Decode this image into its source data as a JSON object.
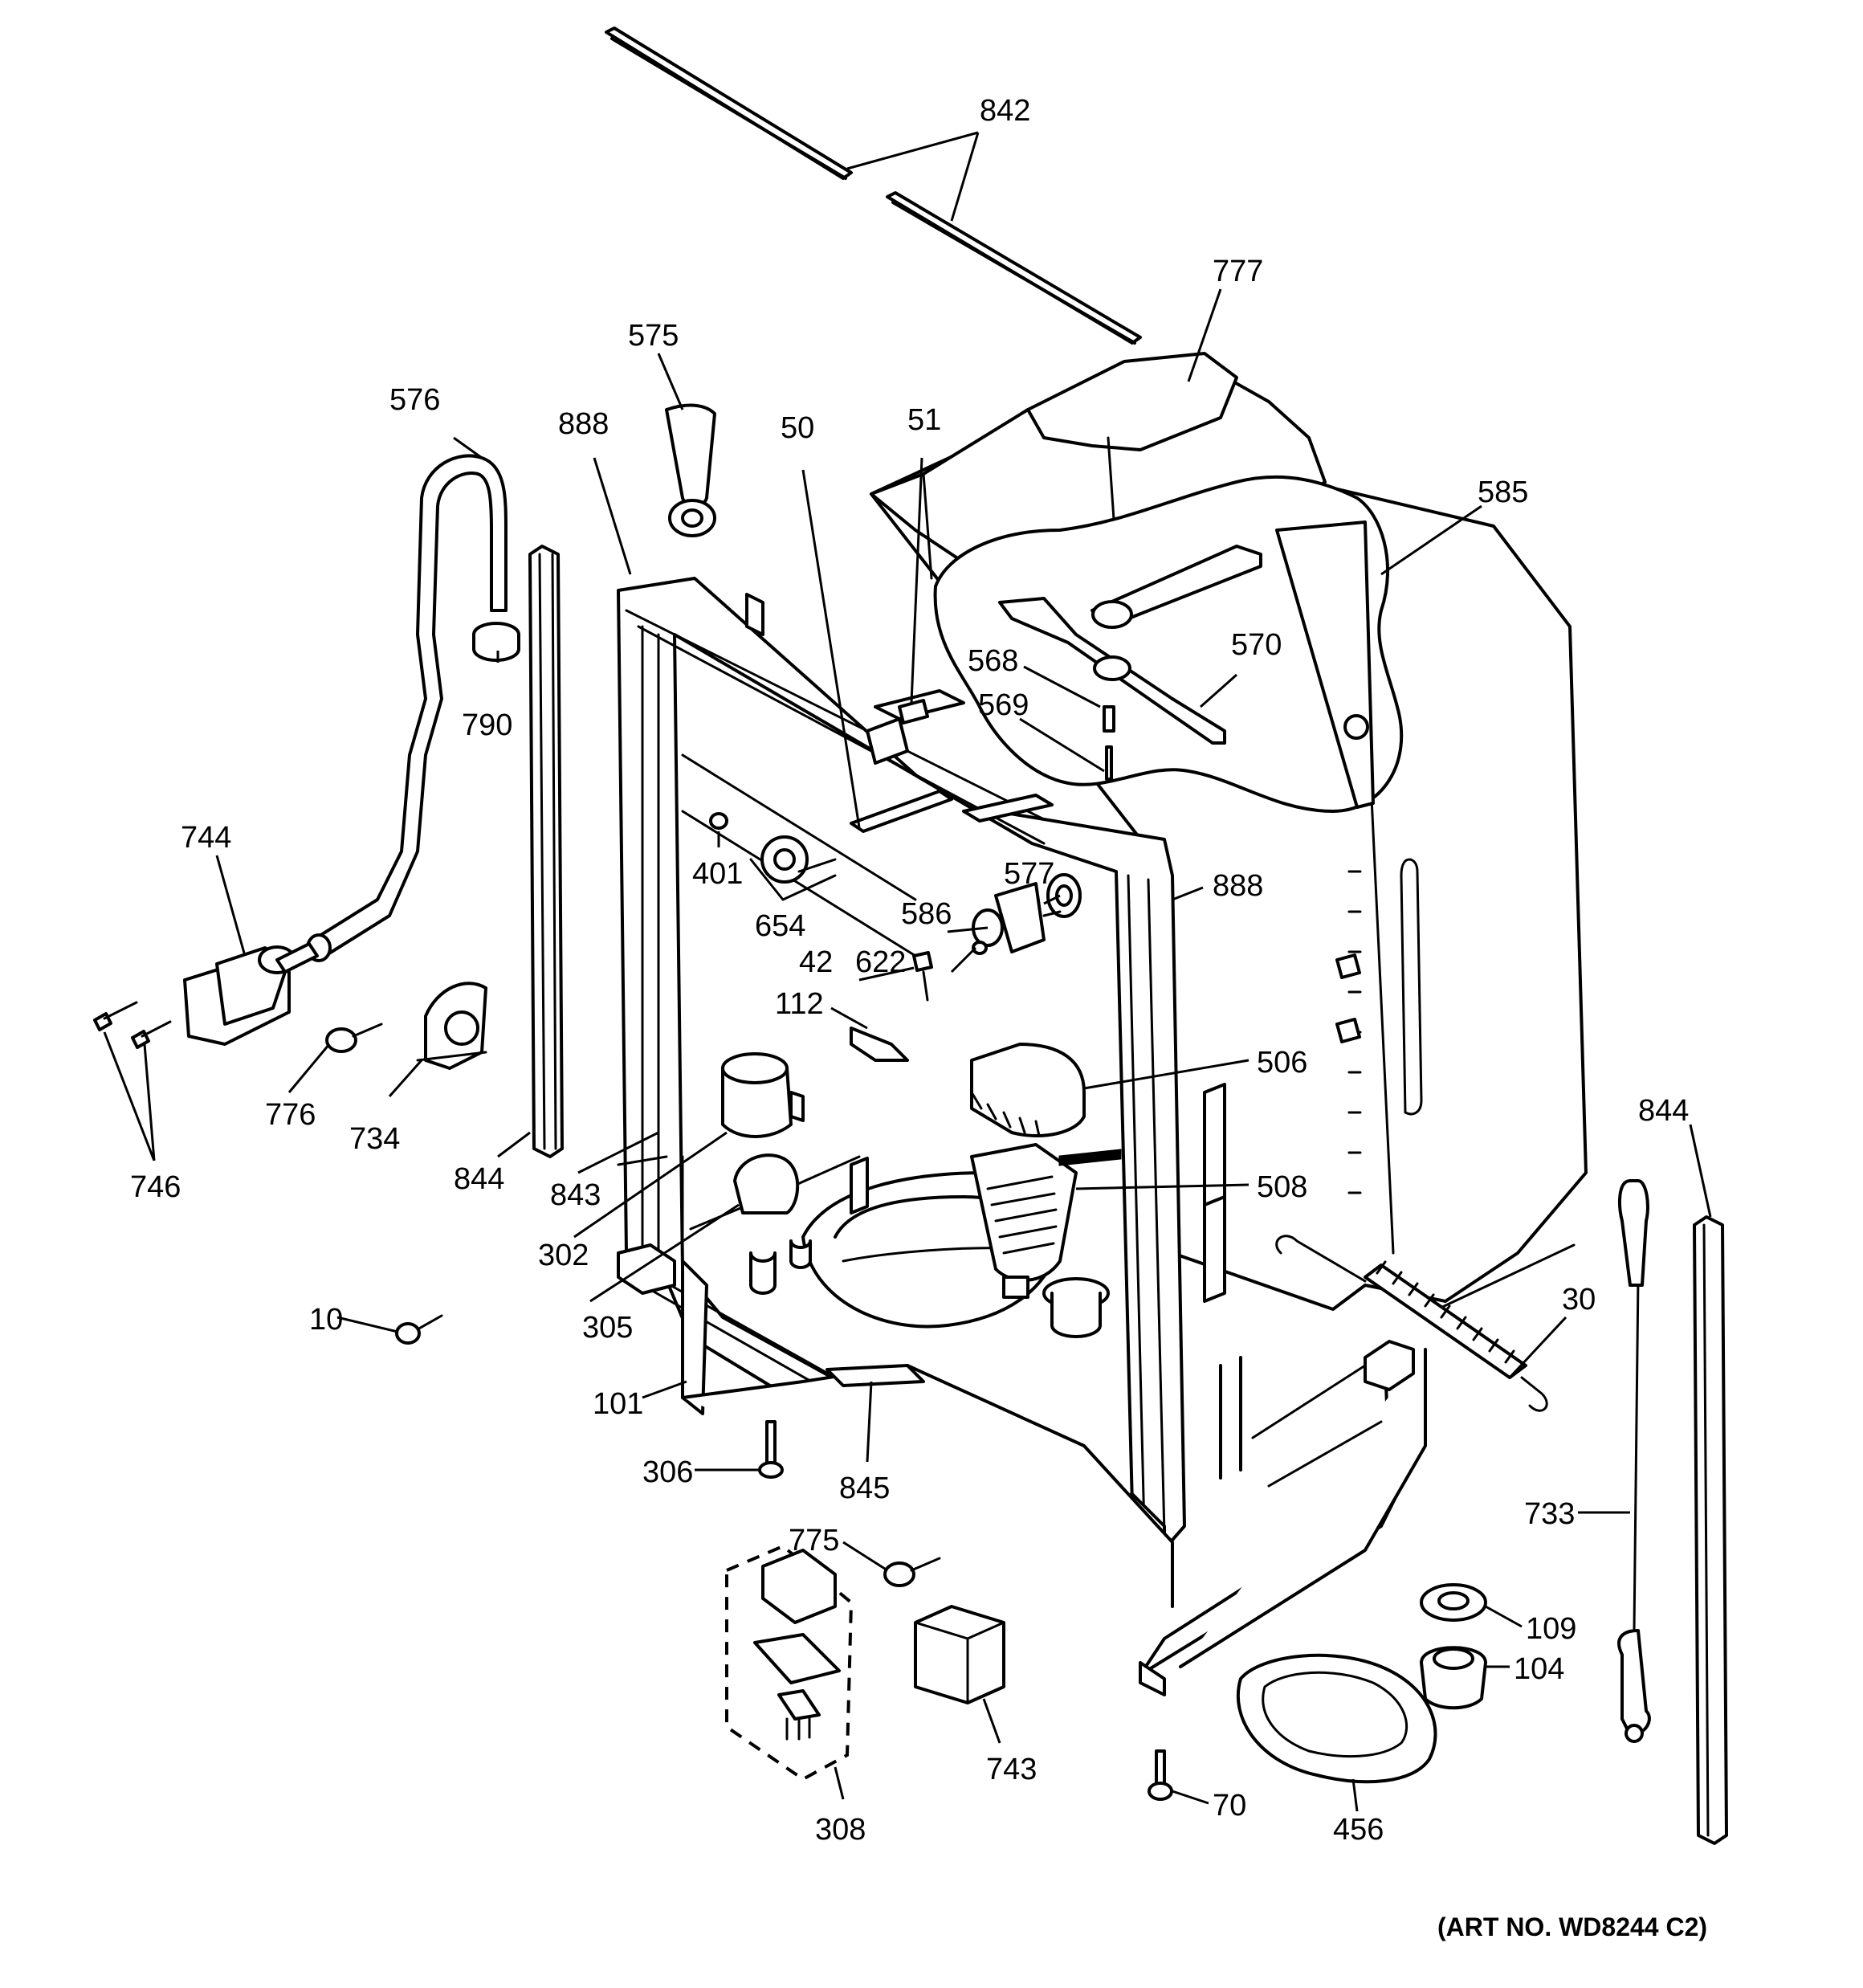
{
  "callouts": [
    {
      "id": "842",
      "text": "842"
    },
    {
      "id": "777",
      "text": "777"
    },
    {
      "id": "575",
      "text": "575"
    },
    {
      "id": "576",
      "text": "576"
    },
    {
      "id": "888a",
      "text": "888"
    },
    {
      "id": "50",
      "text": "50"
    },
    {
      "id": "51",
      "text": "51"
    },
    {
      "id": "585",
      "text": "585"
    },
    {
      "id": "568",
      "text": "568"
    },
    {
      "id": "570",
      "text": "570"
    },
    {
      "id": "569",
      "text": "569"
    },
    {
      "id": "790",
      "text": "790"
    },
    {
      "id": "744",
      "text": "744"
    },
    {
      "id": "401",
      "text": "401"
    },
    {
      "id": "654",
      "text": "654"
    },
    {
      "id": "577",
      "text": "577"
    },
    {
      "id": "888b",
      "text": "888"
    },
    {
      "id": "586",
      "text": "586"
    },
    {
      "id": "42",
      "text": "42"
    },
    {
      "id": "622",
      "text": "622"
    },
    {
      "id": "112",
      "text": "112"
    },
    {
      "id": "776",
      "text": "776"
    },
    {
      "id": "734",
      "text": "734"
    },
    {
      "id": "506",
      "text": "506"
    },
    {
      "id": "746",
      "text": "746"
    },
    {
      "id": "844a",
      "text": "844"
    },
    {
      "id": "843",
      "text": "843"
    },
    {
      "id": "844b",
      "text": "844"
    },
    {
      "id": "508",
      "text": "508"
    },
    {
      "id": "302",
      "text": "302"
    },
    {
      "id": "10",
      "text": "10"
    },
    {
      "id": "305",
      "text": "305"
    },
    {
      "id": "30",
      "text": "30"
    },
    {
      "id": "101",
      "text": "101"
    },
    {
      "id": "306",
      "text": "306"
    },
    {
      "id": "845",
      "text": "845"
    },
    {
      "id": "733",
      "text": "733"
    },
    {
      "id": "775",
      "text": "775"
    },
    {
      "id": "109",
      "text": "109"
    },
    {
      "id": "104",
      "text": "104"
    },
    {
      "id": "743",
      "text": "743"
    },
    {
      "id": "70",
      "text": "70"
    },
    {
      "id": "456",
      "text": "456"
    },
    {
      "id": "308",
      "text": "308"
    }
  ],
  "art_number": "(ART NO. WD8244 C2)"
}
